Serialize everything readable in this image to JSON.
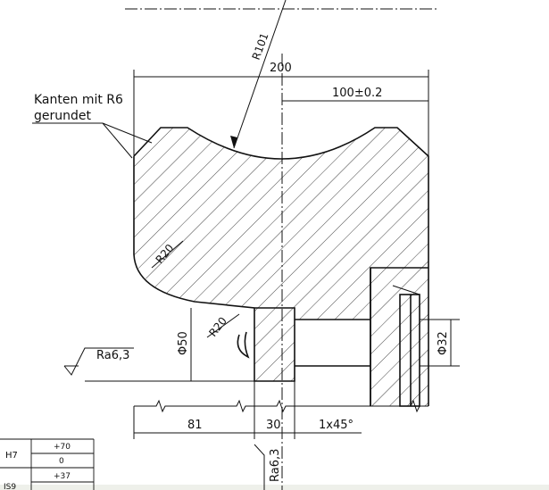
{
  "annotations": {
    "edge_note_line1": "Kanten mit R6",
    "edge_note_line2": "gerundet"
  },
  "dimensions": {
    "r101": "R101",
    "overall_width": "200",
    "half_width": "100±0.2",
    "r20_upper": "R20",
    "r20_lower": "R20",
    "dia50": "Φ50",
    "dia32": "Φ32",
    "len81": "81",
    "len30": "30",
    "chamfer": "1x45°"
  },
  "surface": {
    "ra_left": "Ra6,3",
    "ra_bottom": "Ra6,3"
  },
  "tolerance_table": {
    "rows": [
      {
        "fit": "H7",
        "upper": "+70",
        "lower": "0"
      },
      {
        "fit": "IS9",
        "upper": "+37",
        "lower": ""
      }
    ]
  },
  "colors": {
    "line": "#111111",
    "background": "#ffffff",
    "bottom_strip": "#eef0ea"
  }
}
